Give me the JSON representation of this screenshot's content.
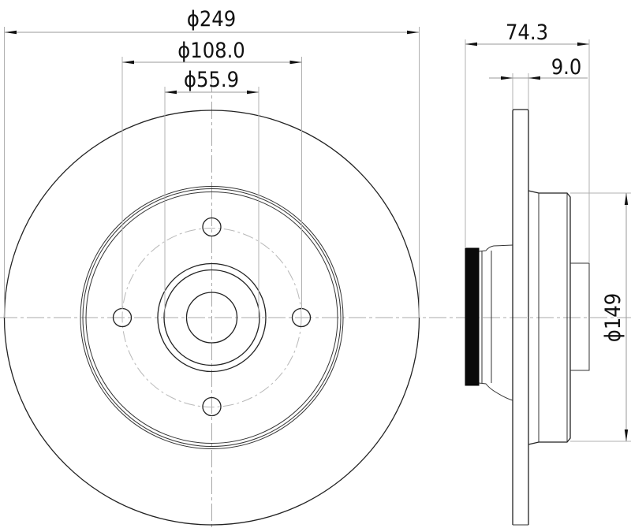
{
  "drawing": {
    "title": "Brake disc with hub bearing — technical dimension drawing",
    "views": [
      "front-view",
      "side-view"
    ],
    "colors": {
      "outline": "#222222",
      "dimension_line": "#9a9a9a",
      "center_line": "#a8a8a8",
      "seal": "#0a0a0a",
      "background": "#ffffff"
    }
  },
  "dimensions": {
    "outer_diameter": {
      "label": "ϕ249",
      "value": 249,
      "unit": "mm"
    },
    "bolt_circle_diameter": {
      "label": "ϕ108.0",
      "value": 108.0,
      "unit": "mm"
    },
    "center_bore_diameter": {
      "label": "ϕ55.9",
      "value": 55.9,
      "unit": "mm"
    },
    "total_height": {
      "label": "74.3",
      "value": 74.3,
      "unit": "mm"
    },
    "disc_thickness": {
      "label": "9.0",
      "value": 9.0,
      "unit": "mm"
    },
    "hub_diameter": {
      "label": "ϕ149",
      "value": 149,
      "unit": "mm"
    }
  },
  "front_view": {
    "bolt_holes": 4,
    "rings": [
      "outer-edge",
      "friction-ring-inner",
      "hub-flange",
      "hub-collar",
      "center-bore"
    ]
  }
}
